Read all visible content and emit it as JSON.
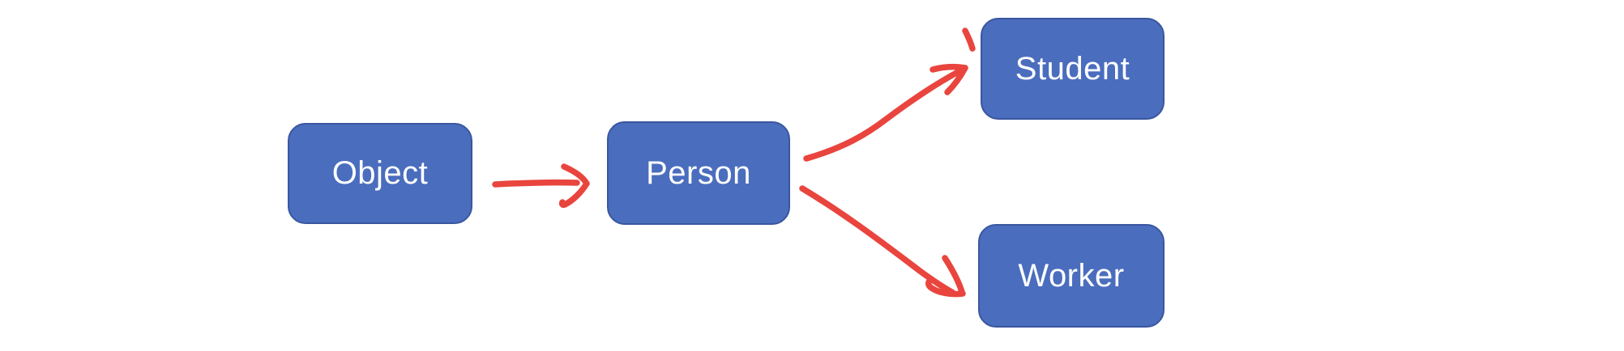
{
  "diagram": {
    "description": "Hand-annotated inheritance diagram with blue rounded nodes and red hand-drawn arrows",
    "nodes": [
      {
        "id": "object",
        "label": "Object"
      },
      {
        "id": "person",
        "label": "Person"
      },
      {
        "id": "student",
        "label": "Student"
      },
      {
        "id": "worker",
        "label": "Worker"
      }
    ],
    "edges": [
      {
        "from": "Object",
        "to": "Person",
        "style": "hand-drawn red arrow, horizontal"
      },
      {
        "from": "Person",
        "to": "Student",
        "style": "hand-drawn red arrow, diagonal up-right"
      },
      {
        "from": "Person",
        "to": "Worker",
        "style": "hand-drawn red arrow, diagonal down-right"
      }
    ],
    "colors": {
      "node_fill": "#4a6dbe",
      "node_border": "#3a579f",
      "node_text": "#ffffff",
      "arrow": "#e9453e",
      "background": "#ffffff"
    }
  }
}
